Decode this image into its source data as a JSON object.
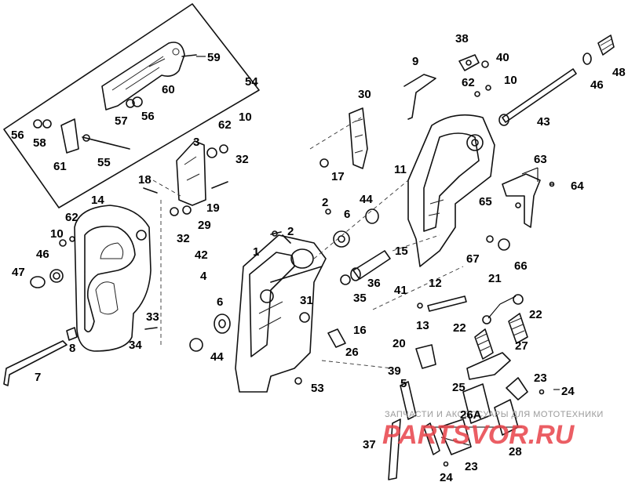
{
  "watermark": {
    "tagline": "ЗАПЧАСТИ И АКСЕССУАРЫ ДЛЯ МОТОТЕХНИКИ",
    "brand": "PARTSVOR.RU",
    "color": "#e8434a"
  },
  "callouts": [
    {
      "id": "c1",
      "text": "1"
    },
    {
      "id": "c2",
      "text": "2"
    },
    {
      "id": "c2b",
      "text": "2"
    },
    {
      "id": "c3",
      "text": "3"
    },
    {
      "id": "c4",
      "text": "4"
    },
    {
      "id": "c5",
      "text": "5"
    },
    {
      "id": "c6a",
      "text": "6"
    },
    {
      "id": "c6b",
      "text": "6"
    },
    {
      "id": "c7",
      "text": "7"
    },
    {
      "id": "c8",
      "text": "8"
    },
    {
      "id": "c9",
      "text": "9"
    },
    {
      "id": "c10a",
      "text": "10"
    },
    {
      "id": "c10b",
      "text": "10"
    },
    {
      "id": "c10c",
      "text": "10"
    },
    {
      "id": "c11",
      "text": "11"
    },
    {
      "id": "c12",
      "text": "12"
    },
    {
      "id": "c13",
      "text": "13"
    },
    {
      "id": "c14",
      "text": "14"
    },
    {
      "id": "c15",
      "text": "15"
    },
    {
      "id": "c16",
      "text": "16"
    },
    {
      "id": "c17",
      "text": "17"
    },
    {
      "id": "c18",
      "text": "18"
    },
    {
      "id": "c19",
      "text": "19"
    },
    {
      "id": "c20",
      "text": "20"
    },
    {
      "id": "c21",
      "text": "21"
    },
    {
      "id": "c22a",
      "text": "22"
    },
    {
      "id": "c22b",
      "text": "22"
    },
    {
      "id": "c23a",
      "text": "23"
    },
    {
      "id": "c23b",
      "text": "23"
    },
    {
      "id": "c24a",
      "text": "24"
    },
    {
      "id": "c24b",
      "text": "24"
    },
    {
      "id": "c25",
      "text": "25"
    },
    {
      "id": "c26",
      "text": "26"
    },
    {
      "id": "c26a",
      "text": "26A"
    },
    {
      "id": "c27",
      "text": "27"
    },
    {
      "id": "c28",
      "text": "28"
    },
    {
      "id": "c29",
      "text": "29"
    },
    {
      "id": "c30",
      "text": "30"
    },
    {
      "id": "c31",
      "text": "31"
    },
    {
      "id": "c32a",
      "text": "32"
    },
    {
      "id": "c32b",
      "text": "32"
    },
    {
      "id": "c33",
      "text": "33"
    },
    {
      "id": "c34",
      "text": "34"
    },
    {
      "id": "c35",
      "text": "35"
    },
    {
      "id": "c36",
      "text": "36"
    },
    {
      "id": "c37",
      "text": "37"
    },
    {
      "id": "c38",
      "text": "38"
    },
    {
      "id": "c39",
      "text": "39"
    },
    {
      "id": "c40",
      "text": "40"
    },
    {
      "id": "c41",
      "text": "41"
    },
    {
      "id": "c42",
      "text": "42"
    },
    {
      "id": "c43",
      "text": "43"
    },
    {
      "id": "c44a",
      "text": "44"
    },
    {
      "id": "c44b",
      "text": "44"
    },
    {
      "id": "c46a",
      "text": "46"
    },
    {
      "id": "c46b",
      "text": "46"
    },
    {
      "id": "c47",
      "text": "47"
    },
    {
      "id": "c48",
      "text": "48"
    },
    {
      "id": "c53",
      "text": "53"
    },
    {
      "id": "c54",
      "text": "54"
    },
    {
      "id": "c55",
      "text": "55"
    },
    {
      "id": "c56a",
      "text": "56"
    },
    {
      "id": "c56b",
      "text": "56"
    },
    {
      "id": "c57",
      "text": "57"
    },
    {
      "id": "c58",
      "text": "58"
    },
    {
      "id": "c59",
      "text": "59"
    },
    {
      "id": "c60",
      "text": "60"
    },
    {
      "id": "c61",
      "text": "61"
    },
    {
      "id": "c62a",
      "text": "62"
    },
    {
      "id": "c62b",
      "text": "62"
    },
    {
      "id": "c62c",
      "text": "62"
    },
    {
      "id": "c63",
      "text": "63"
    },
    {
      "id": "c64",
      "text": "64"
    },
    {
      "id": "c65",
      "text": "65"
    },
    {
      "id": "c66",
      "text": "66"
    },
    {
      "id": "c67",
      "text": "67"
    }
  ]
}
